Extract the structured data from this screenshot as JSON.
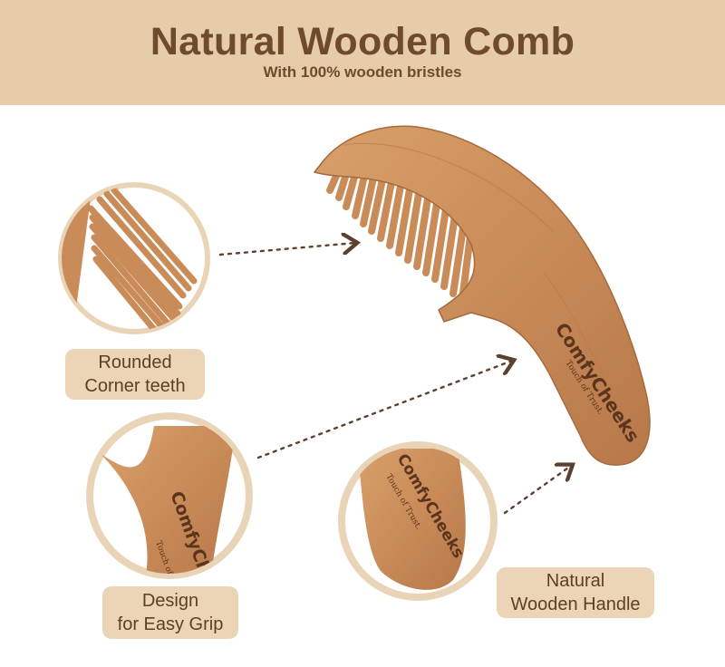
{
  "header": {
    "title": "Natural Wooden Comb",
    "subtitle": "With 100% wooden bristles"
  },
  "brand": {
    "name": "ComfyCheeks",
    "tagline": "Touch of Trust."
  },
  "features": [
    {
      "line1": "Rounded",
      "line2": "Corner teeth"
    },
    {
      "line1": "Design",
      "line2": "for Easy Grip"
    },
    {
      "line1": "Natural",
      "line2": "Wooden Handle"
    }
  ],
  "colors": {
    "header_bg": "#e6cca8",
    "title_text": "#6f4a2e",
    "label_bg": "#ecd5b6",
    "label_text": "#5e3e25",
    "wood": "#c98c5a",
    "circle_ring": "#e9d4b7",
    "arrow": "#5c4030"
  }
}
